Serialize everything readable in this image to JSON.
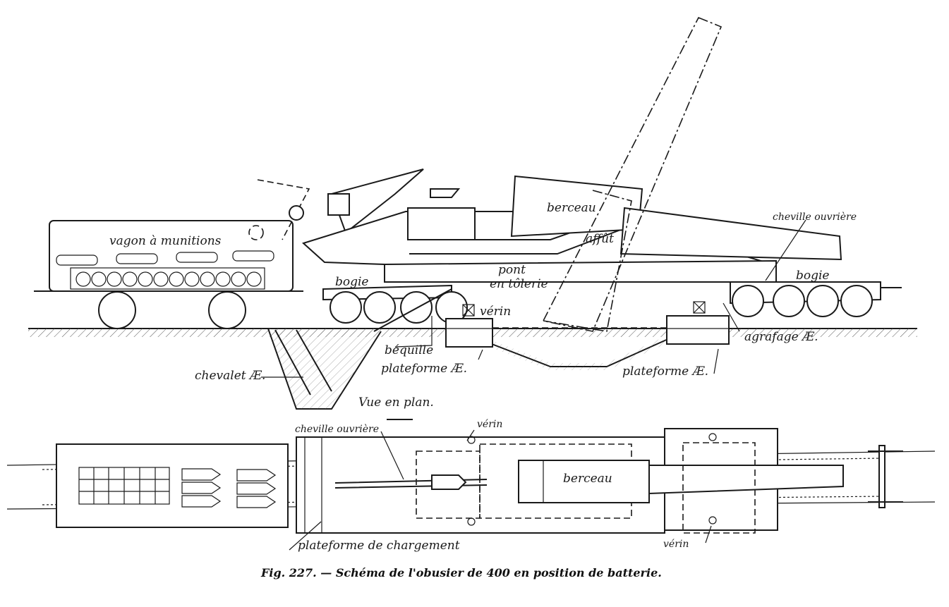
{
  "figure": {
    "caption": "Fig. 227. — Schéma de l'obusier de 400 en position de batterie.",
    "subtitle": "Vue en plan."
  },
  "elevation_labels": {
    "vagon": "vagon à munitions",
    "berceau": "berceau",
    "affut": "affût",
    "cheville": "cheville ouvrière",
    "bogie_left": "bogie",
    "bogie_right": "bogie",
    "pont_1": "pont",
    "pont_2": "en tôlerie",
    "verin": "vérin",
    "bequille": "béquille",
    "plateforme_ar": "plateforme Æ.",
    "plateforme_av": "plateforme Æ.",
    "chevalet": "chevalet Æ.",
    "agrafage": "agrafage Æ."
  },
  "plan_labels": {
    "cheville": "cheville ouvrière",
    "verin_top": "vérin",
    "berceau": "berceau",
    "plateforme_chargement": "plateforme de chargement",
    "verin_bottom": "vérin"
  },
  "colors": {
    "ink": "#1a1a1a",
    "paper": "#ffffff"
  }
}
